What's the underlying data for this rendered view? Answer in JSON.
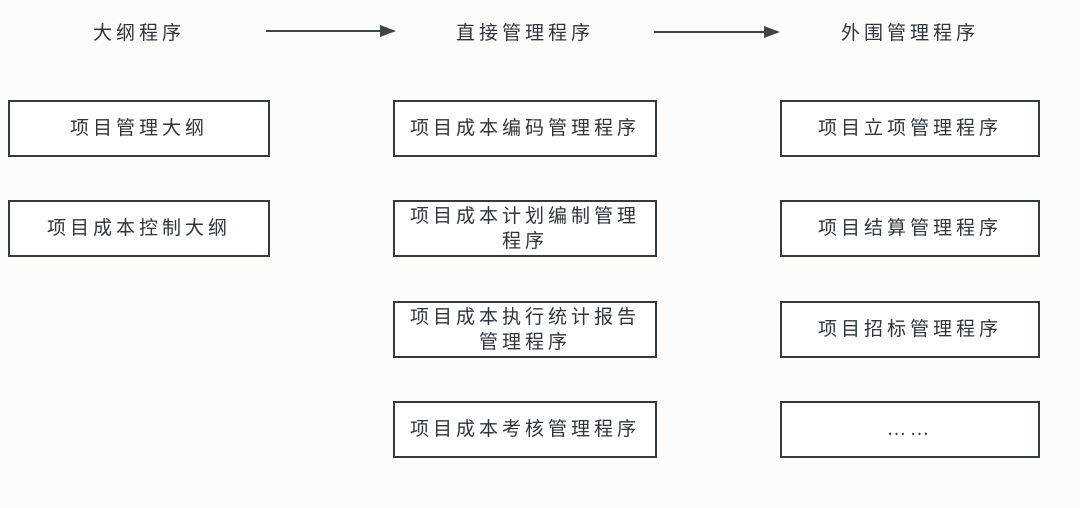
{
  "diagram": {
    "columns": [
      {
        "id": "outline",
        "header": "大纲程序",
        "boxes": [
          {
            "label": "项目管理大纲"
          },
          {
            "label": "项目成本控制大纲"
          }
        ]
      },
      {
        "id": "direct-management",
        "header": "直接管理程序",
        "boxes": [
          {
            "label": "项目成本编码管理程序"
          },
          {
            "label": "项目成本计划编制管理程序"
          },
          {
            "label": "项目成本执行统计报告管理程序"
          },
          {
            "label": "项目成本考核管理程序"
          }
        ]
      },
      {
        "id": "peripheral-management",
        "header": "外围管理程序",
        "boxes": [
          {
            "label": "项目立项管理程序"
          },
          {
            "label": "项目结算管理程序"
          },
          {
            "label": "项目招标管理程序"
          },
          {
            "label": "……"
          }
        ]
      }
    ],
    "colors": {
      "background": "#fcfcfa",
      "box_border": "#333b3f",
      "text": "#2e363b",
      "arrow": "#3d454a"
    }
  }
}
